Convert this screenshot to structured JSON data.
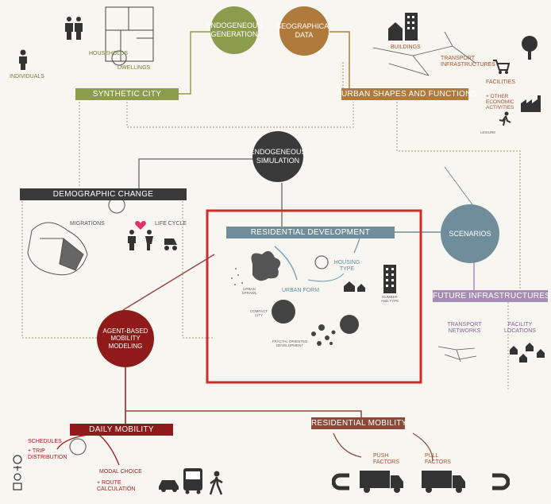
{
  "colors": {
    "olive": "#8d9b4c",
    "brown": "#b07a3d",
    "dark": "#3a3a3a",
    "steel": "#708d9b",
    "purple": "#a88bb5",
    "crimson": "#8e1a1a",
    "rust": "#8c4a3a",
    "highlight": "#d12a2a",
    "heart": "#e0306a"
  },
  "hubs": {
    "endogeneous_generation": "ENDOGENEOUS GENERATION",
    "geographical_data": "GEOGRAPHICAL DATA",
    "endogeneous_simulation": "ENDOGENEOUS SIMULATION",
    "scenarios": "SCENARIOS",
    "agent_based": "AGENT-BASED MOBILITY MODELING"
  },
  "bars": {
    "synthetic_city": "SYNTHETIC CITY",
    "urban_shapes": "URBAN SHAPES AND FUNCTIONS",
    "demographic_change": "DEMOGRAPHIC CHANGE",
    "residential_development": "RESIDENTIAL DEVELOPMENT",
    "future_infrastructures": "FUTURE INFRASTRUCTURES",
    "daily_mobility": "DAILY MOBILITY",
    "residential_mobility": "RESIDENTIAL MOBILITY"
  },
  "synthetic": {
    "households": "HOUSEHOLDS",
    "individuals": "INDIVIDUALS",
    "dwellings": "DWELLINGS"
  },
  "urban": {
    "buildings": "BUILDINGS",
    "transport_infrastructures": "TRANSPORT INFRASTRUCTURES",
    "facilities": "FACILITIES",
    "other_economic": "+ OTHER ECONOMIC ACTIVITIES",
    "leisure": "LEISURE"
  },
  "demographic": {
    "migrations": "MIGRATIONS",
    "life_cycle": "LIFE CYCLE"
  },
  "residential": {
    "housing_type": "HOUSING TYPE",
    "urban_form": "URBAN FORM",
    "urban_sprawl": "URBAN SPRAWL",
    "compact_city": "COMPACT CITY",
    "fractal": "FRACTAL ORIENTED DEVELOPMENT",
    "number_and_type": "NUMBER AND TYPE"
  },
  "future": {
    "transport_networks": "TRANSPORT NETWORKS",
    "facility_locations": "FACILITY LOCATIONS"
  },
  "daily": {
    "schedules": "SCHEDULES",
    "trip_distribution": "+ TRIP DISTRIBUTION",
    "modal_choice": "MODAL CHOICE",
    "route_calculation": "+ ROUTE CALCULATION"
  },
  "resmob": {
    "push_factors": "PUSH FACTORS",
    "pull_factors": "PULL FACTORS"
  }
}
